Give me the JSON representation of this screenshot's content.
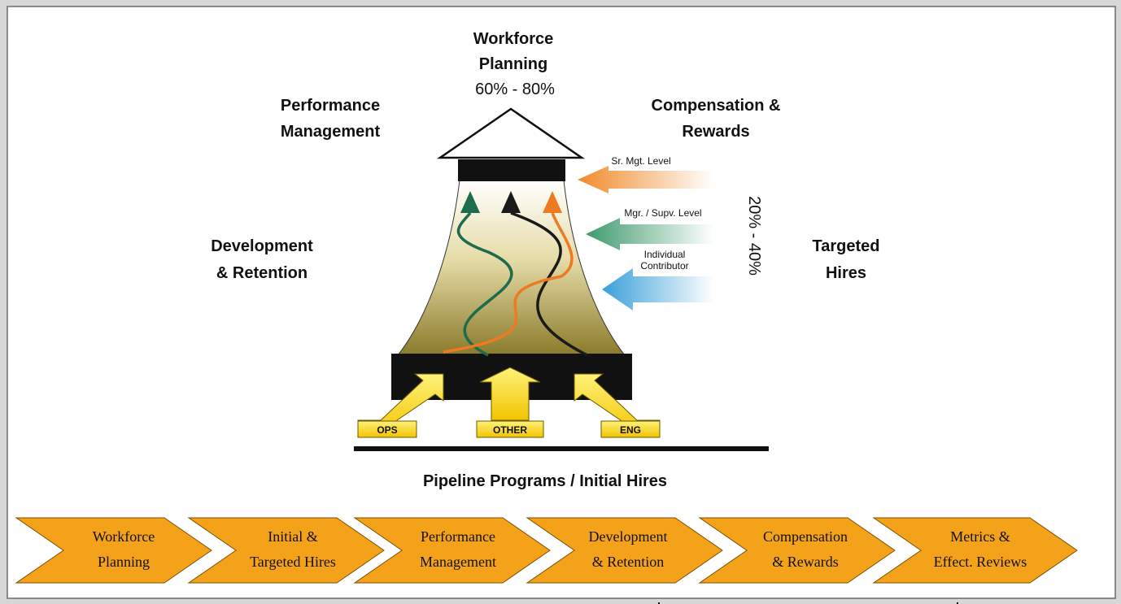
{
  "top_label": {
    "line1": "Workforce",
    "line2": "Planning",
    "pct": "60% - 80%"
  },
  "performance_label": {
    "line1": "Performance",
    "line2": "Management"
  },
  "compensation_label": {
    "line1": "Compensation &",
    "line2": "Rewards"
  },
  "development_label": {
    "line1": "Development",
    "line2": "& Retention"
  },
  "targeted_label": {
    "line1": "Targeted",
    "line2": "Hires"
  },
  "side_pct": "20% - 40%",
  "levels": {
    "senior": "Sr. Mgt. Level",
    "manager": "Mgr. / Supv. Level",
    "individual_line1": "Individual",
    "individual_line2": "Contributor"
  },
  "inputs": {
    "ops": "OPS",
    "other": "OTHER",
    "eng": "ENG"
  },
  "pipeline_label": "Pipeline Programs / Initial Hires",
  "process_steps": [
    {
      "line1": "Workforce",
      "line2": "Planning"
    },
    {
      "line1": "Initial &",
      "line2": "Targeted Hires"
    },
    {
      "line1": "Performance",
      "line2": "Management"
    },
    {
      "line1": "Development",
      "line2": "& Retention"
    },
    {
      "line1": "Compensation",
      "line2": "& Rewards"
    },
    {
      "line1": "Metrics &",
      "line2": "Effect. Reviews"
    }
  ],
  "colors": {
    "chevron_fill": "#f5a21b",
    "input_arrow_fill": "#f6d800",
    "senior_arrow": "#f08a2a",
    "manager_arrow": "#3f9a6e",
    "individual_arrow": "#3a9fd9",
    "green_path": "#1e6b4e",
    "orange_path": "#ee7a22",
    "black_path": "#1a1a1a"
  }
}
